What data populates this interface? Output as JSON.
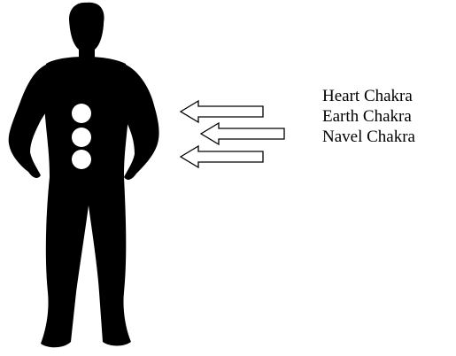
{
  "labels": {
    "heart": "Heart Chakra",
    "earth": "Earth Chakra",
    "navel": "Navel Chakra"
  },
  "colors": {
    "silhouette": "#000000",
    "chakra_dot": "#ffffff",
    "arrow_fill": "#ffffff",
    "arrow_stroke": "#000000",
    "text": "#000000"
  }
}
